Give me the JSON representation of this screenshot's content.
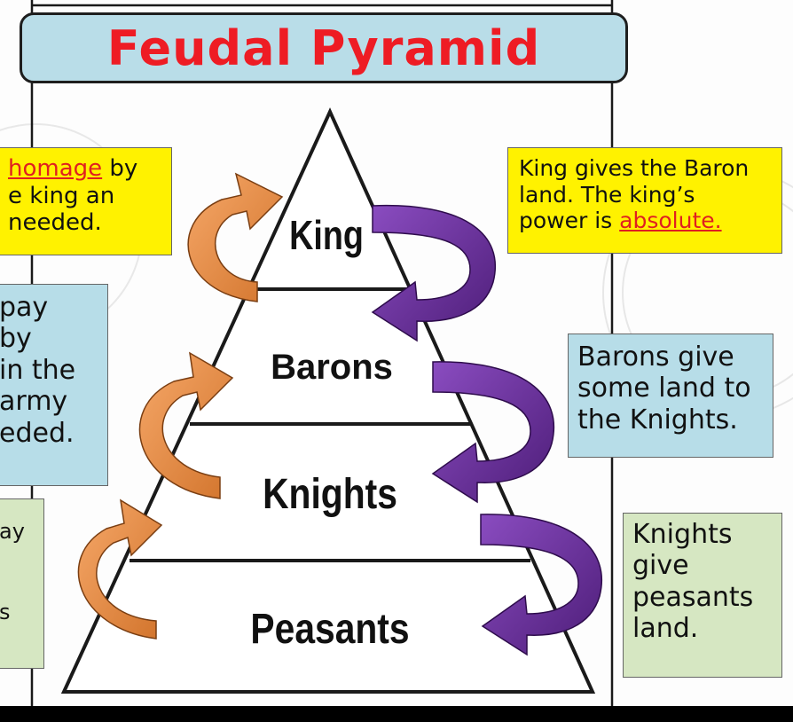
{
  "title": "Feudal Pyramid",
  "levels": {
    "king": "King",
    "barons": "Barons",
    "knights": "Knights",
    "peasants": "Peasants"
  },
  "left_notes": {
    "top": {
      "pre": "",
      "keyword": "homage",
      "post": " by",
      "line2": "e king an",
      "line3": "needed."
    },
    "middle": {
      "line1": "pay",
      "line2": "by",
      "line3": "in the",
      "line4": "army",
      "line5": "eded."
    },
    "bottom": {
      "line1": "ay",
      "line2": "s"
    }
  },
  "right_notes": {
    "top": {
      "line1": "King gives the Baron",
      "line2": "land. The king’s",
      "line3pre": "power is ",
      "keyword": "absolute."
    },
    "middle": {
      "line1": "Barons give",
      "line2": "some land to",
      "line3": "the Knights."
    },
    "bottom": {
      "line1": "Knights",
      "line2": "give",
      "line3": "peasants",
      "line4": "land."
    }
  },
  "colors": {
    "title_bar": "#b9dde8",
    "title_text": "#ee1c24",
    "yellow_note": "#fff200",
    "blue_note": "#b7dde8",
    "green_note": "#d6e7c2",
    "arrow_orange": "#f0944a",
    "arrow_purple": "#6a2a9a",
    "keyword_red": "#e02020"
  }
}
